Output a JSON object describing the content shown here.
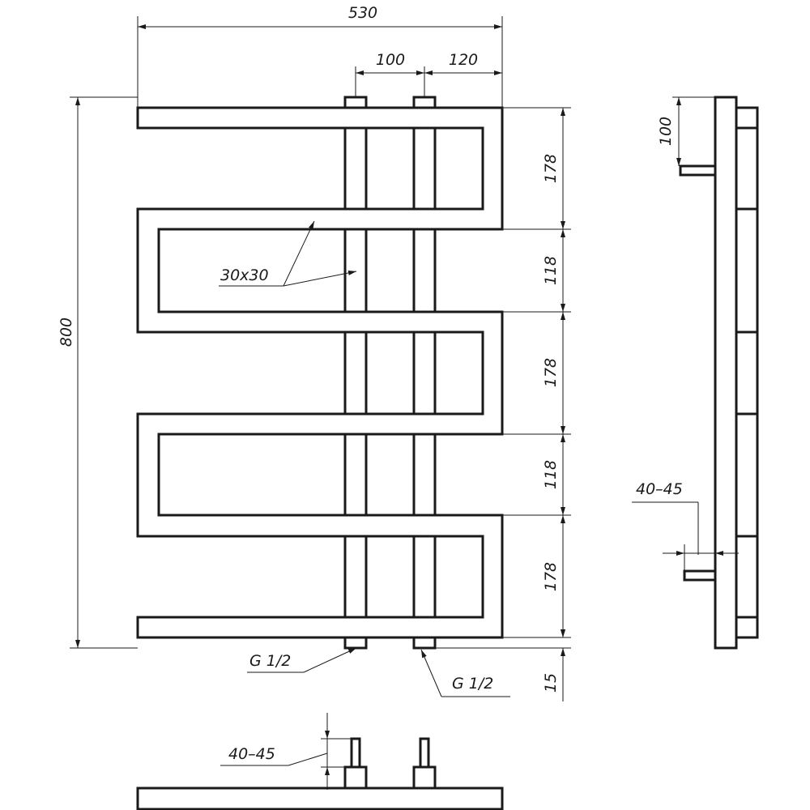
{
  "drawing": {
    "colors": {
      "line": "#1a1a1a",
      "background": "#ffffff"
    },
    "dimensions": {
      "overall_width": "530",
      "pipe_spacing": "100",
      "pipe_right_offset": "120",
      "overall_height": "800",
      "gap_1": "178",
      "gap_2": "118",
      "gap_3": "178",
      "gap_4": "118",
      "gap_5": "178",
      "bottom_offset": "15",
      "profile": "30x30",
      "side_top_offset": "100",
      "side_wall_distance": "40–45",
      "bottom_wall_distance": "40–45"
    },
    "threads": {
      "left": "G 1/2",
      "right": "G 1/2"
    }
  }
}
